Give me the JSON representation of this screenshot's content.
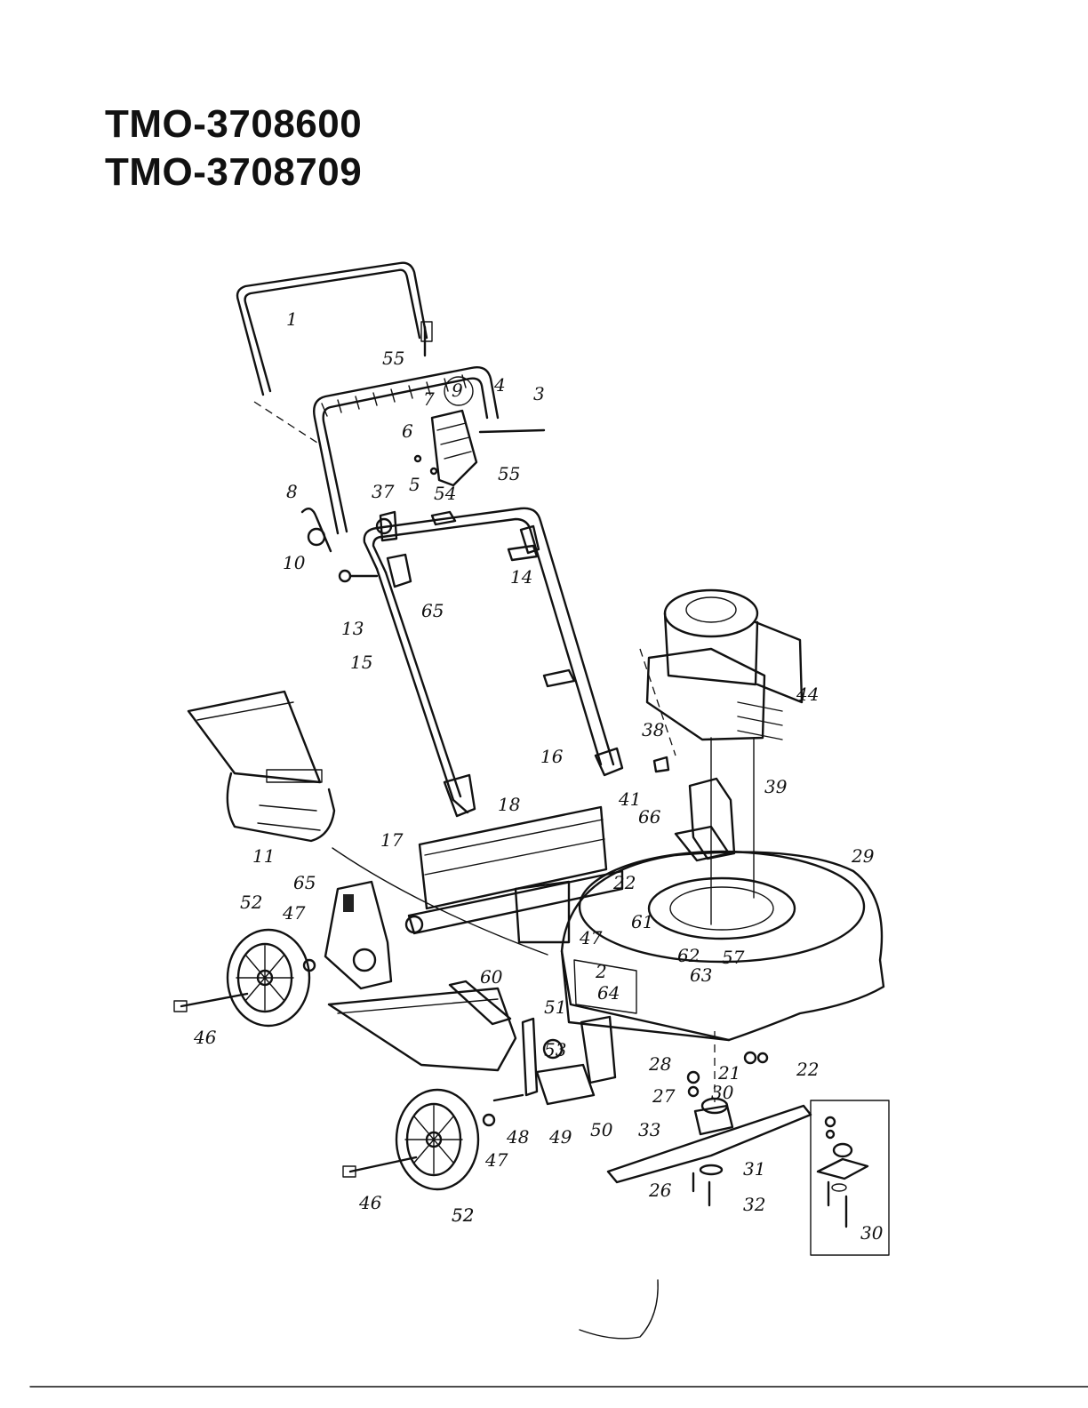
{
  "titles": [
    "TMO-3708600",
    "TMO-3708709"
  ],
  "callouts": [
    "1",
    "55",
    "9",
    "7",
    "4",
    "3",
    "6",
    "5",
    "54",
    "55",
    "8",
    "37",
    "10",
    "13",
    "65",
    "14",
    "15",
    "38",
    "44",
    "16",
    "41",
    "39",
    "18",
    "66",
    "17",
    "11",
    "29",
    "65",
    "52",
    "47",
    "22",
    "61",
    "47",
    "62",
    "57",
    "2",
    "63",
    "64",
    "60",
    "51",
    "53",
    "46",
    "28",
    "21",
    "22",
    "27",
    "30",
    "52",
    "48",
    "49",
    "50",
    "33",
    "31",
    "47",
    "26",
    "32",
    "46",
    "52",
    "30"
  ]
}
